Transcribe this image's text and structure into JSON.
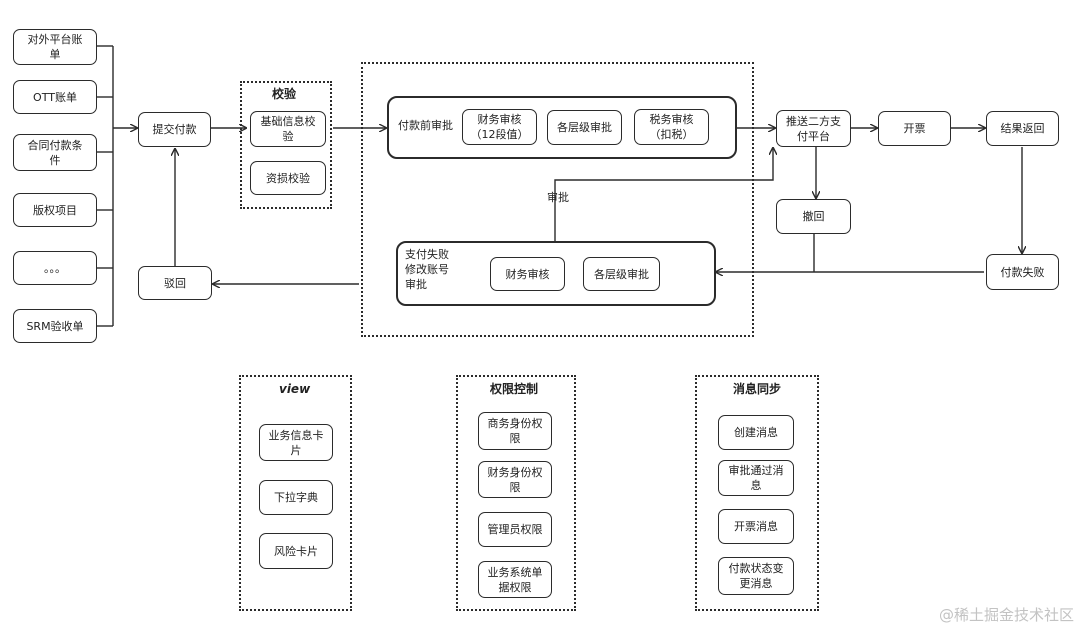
{
  "sources": [
    "对外平台账\n单",
    "OTT账单",
    "合同付款条\n件",
    "版权项目",
    "。。。",
    "SRM验收单"
  ],
  "submit_payment": "提交付款",
  "validation": {
    "title": "校验",
    "basic_info": "基础信息校\n验",
    "asset_loss": "资损校验"
  },
  "pre_payment_approval": {
    "label": "付款前审批",
    "finance_review": "财务审核\n（12段值）",
    "levels_review": "各层级审批",
    "tax_review": "税务审核\n（扣税）"
  },
  "approval_label": "审批",
  "failure_approval": {
    "label": "支付失败\n修改账号\n审批",
    "finance_review": "财务审核",
    "levels_review": "各层级审批"
  },
  "reject": "驳回",
  "push_third_party": "推送二方支\n付平台",
  "withdraw": "撤回",
  "invoice": "开票",
  "result_return": "结果返回",
  "payment_failed": "付款失败",
  "view": {
    "title": "view",
    "items": [
      "业务信息卡\n片",
      "下拉字典",
      "风险卡片"
    ]
  },
  "permission": {
    "title": "权限控制",
    "items": [
      "商务身份权\n限",
      "财务身份权\n限",
      "管理员权限",
      "业务系统单\n据权限"
    ]
  },
  "message_sync": {
    "title": "消息同步",
    "items": [
      "创建消息",
      "审批通过消\n息",
      "开票消息",
      "付款状态变\n更消息"
    ]
  },
  "watermark": "@稀土掘金技术社区"
}
